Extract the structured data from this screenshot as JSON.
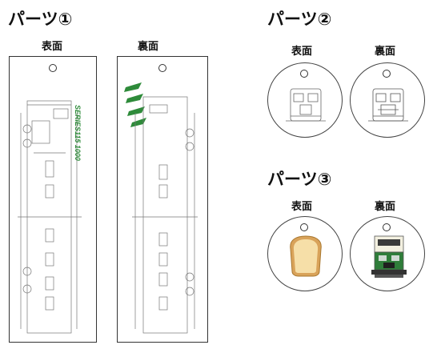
{
  "part1": {
    "heading": "パーツ①",
    "front_label": "表面",
    "back_label": "裏面",
    "series_text": "SERIES115 1000"
  },
  "part2": {
    "heading": "パーツ②",
    "front_label": "表面",
    "back_label": "裏面"
  },
  "part3": {
    "heading": "パーツ③",
    "front_label": "表面",
    "back_label": "裏面"
  },
  "colors": {
    "line": "#333333",
    "green": "#2e8b3a",
    "bread_crust": "#d9a35a",
    "bread_inner": "#f6dfa8"
  }
}
